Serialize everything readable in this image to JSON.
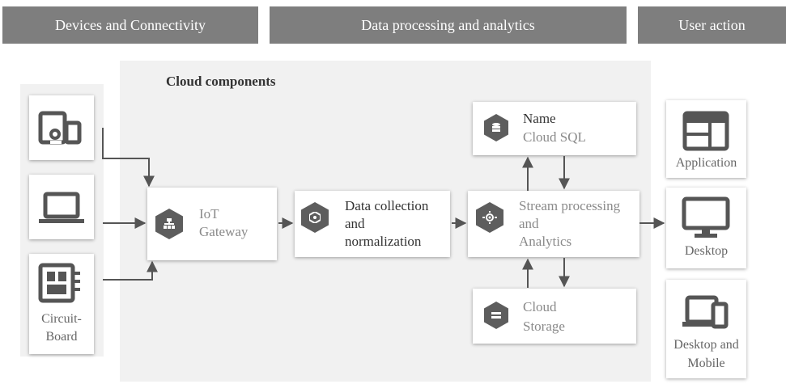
{
  "headers": {
    "devices": "Devices and Connectivity",
    "processing": "Data processing and analytics",
    "user": "User action"
  },
  "cloud_title": "Cloud components",
  "devices": {
    "circuit_board": "Circuit-\nBoard"
  },
  "nodes": {
    "gateway": {
      "line1": "IoT",
      "line2": "Gateway"
    },
    "collection": {
      "line1": "Data collection",
      "line2": "and",
      "line3": "normalization"
    },
    "stream": {
      "line1": "Stream processing",
      "line2": "and",
      "line3": "Analytics"
    },
    "sql": {
      "name": "Name",
      "product": "Cloud SQL"
    },
    "storage": {
      "line1": "Cloud",
      "line2": "Storage"
    }
  },
  "outputs": {
    "application": "Application",
    "desktop": "Desktop",
    "desktop_mobile_1": "Desktop and",
    "desktop_mobile_2": "Mobile"
  },
  "colors": {
    "header_bg": "#7e7e7e",
    "panel_bg": "#f1f1f1",
    "hex_icon": "#5d5d5d",
    "arrow": "#555555"
  },
  "icons": [
    "devices-icon",
    "laptop-icon",
    "circuit-board-icon",
    "gateway-icon",
    "collection-icon",
    "stream-icon",
    "sql-icon",
    "storage-icon",
    "application-icon",
    "desktop-icon",
    "desktop-mobile-icon"
  ]
}
